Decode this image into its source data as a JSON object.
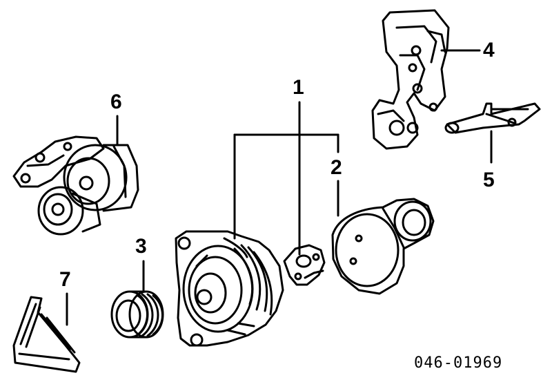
{
  "diagram": {
    "callouts": [
      {
        "id": "1",
        "label": "1"
      },
      {
        "id": "2",
        "label": "2"
      },
      {
        "id": "3",
        "label": "3"
      },
      {
        "id": "4",
        "label": "4"
      },
      {
        "id": "5",
        "label": "5"
      },
      {
        "id": "6",
        "label": "6"
      },
      {
        "id": "7",
        "label": "7"
      }
    ],
    "reference_number": "046-01969",
    "colors": {
      "ink": "#000000",
      "background": "#ffffff"
    }
  }
}
